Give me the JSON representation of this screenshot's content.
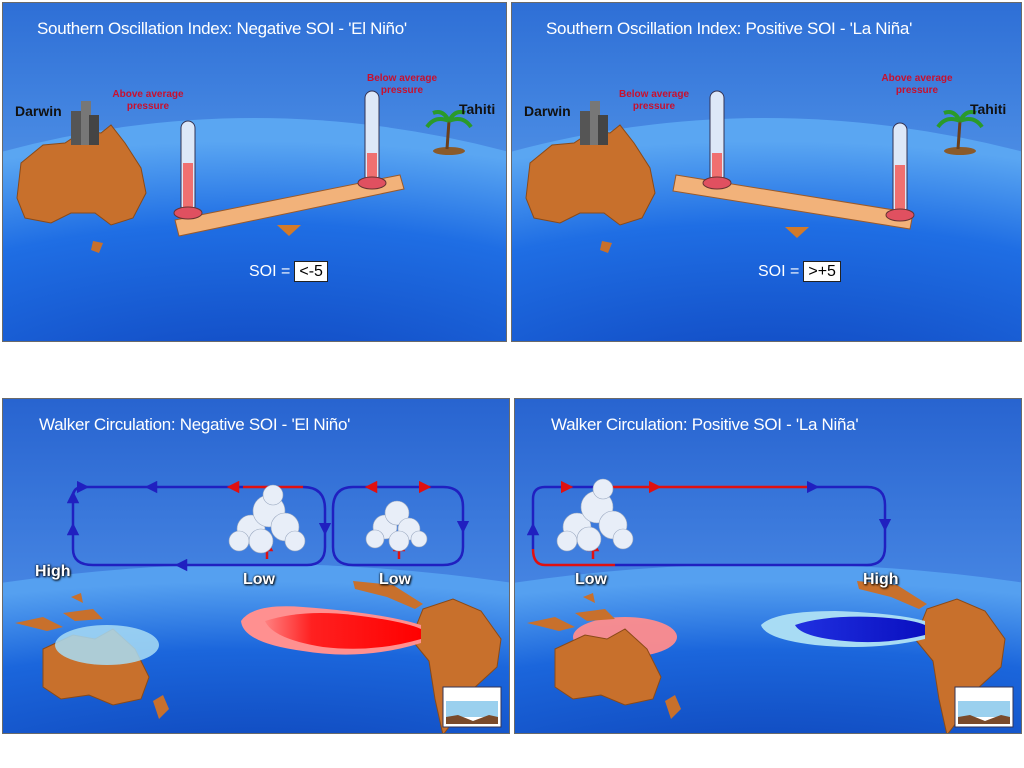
{
  "panels": {
    "el_nino_soi": {
      "title": "Southern Oscillation Index: Negative SOI - 'El Niño'",
      "left_place": "Darwin",
      "right_place": "Tahiti",
      "left_pressure": "Above average pressure",
      "right_pressure": "Below average pressure",
      "soi_label": "SOI =",
      "soi_value": "<-5"
    },
    "la_nina_soi": {
      "title": "Southern Oscillation Index: Positive SOI - 'La Niña'",
      "left_place": "Darwin",
      "right_place": "Tahiti",
      "left_pressure": "Below average pressure",
      "right_pressure": "Above average pressure",
      "soi_label": "SOI =",
      "soi_value": ">+5"
    },
    "el_nino_walker": {
      "title": "Walker Circulation: Negative SOI - 'El Niño'",
      "high": "High",
      "low_1": "Low",
      "low_2": "Low"
    },
    "la_nina_walker": {
      "title": "Walker Circulation: Positive SOI - 'La Niña'",
      "low": "Low",
      "high": "High"
    }
  },
  "colors": {
    "sky_top": "#3c7fe0",
    "ocean": "#1a5fd8",
    "land": "#c8702c",
    "warm": "#ff1a1a",
    "cool": "#1414d0",
    "arrow_red": "#e01010",
    "arrow_blue": "#2020c0",
    "pressure_text": "#c8102e"
  }
}
